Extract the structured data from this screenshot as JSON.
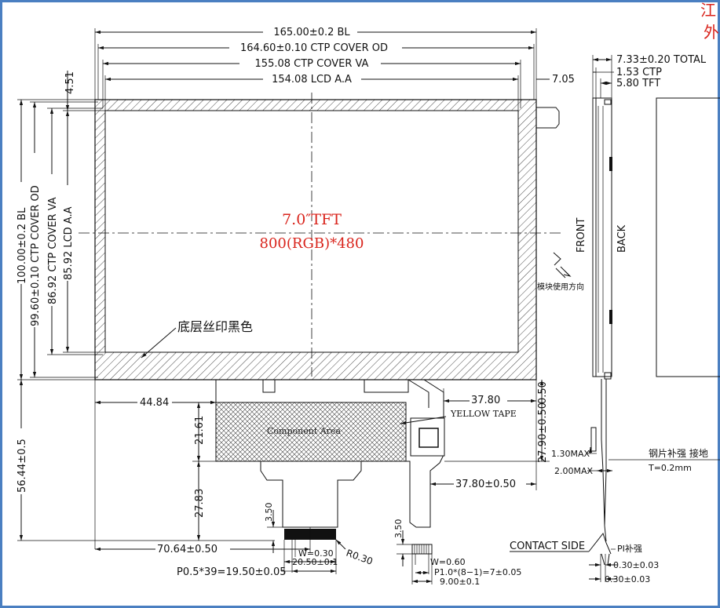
{
  "title": {
    "size": "7.0″TFT",
    "resolution": "800(RGB)*480"
  },
  "corner_text": [
    "江",
    "外"
  ],
  "dims_top": {
    "bl_width": "165.00±0.2 BL",
    "ctp_od": "164.60±0.10 CTP COVER OD",
    "ctp_va": "155.08 CTP COVER VA",
    "lcd_aa": "154.08 LCD A.A",
    "right_offset": "7.05"
  },
  "dims_left": {
    "top_offset": "4.51",
    "bl_height": "100.00±0.2 BL",
    "ctp_od": "99.60±0.10 CTP COVER OD",
    "ctp_va": "86.92 CTP COVER VA",
    "lcd_aa": "85.92 LCD A.A",
    "fpc_total": "56.44±0.5"
  },
  "labels": {
    "silk_black": "底层丝印黑色",
    "component_area": "Component Area",
    "yellow_tape": "YELLOW TAPE",
    "front": "FRONT",
    "back": "BACK",
    "view_direction": "模块使用方向",
    "steel_reinforce": "钢片补强 接地",
    "thickness": "T=0.2mm",
    "contact_side": "CONTACT SIDE",
    "pi_reinforce": "PI补强"
  },
  "dims_fpc": {
    "left_offset": "44.84",
    "comp_height": "21.61",
    "tape_offset": "37.80",
    "tape_tol": "0.50",
    "tape_height": "27.90±0.50",
    "lower_height": "27.83",
    "right_tail": "37.80±0.50",
    "pin_len": "3.50",
    "pin_len2": "3.50",
    "center_dist": "70.64±0.50",
    "radius": "R0.30",
    "pin_width": "W=0.30",
    "conn_width": "20.50±0.1",
    "pitch": "P0.5*39=19.50±0.05",
    "pin_width2": "W=0.60",
    "pitch2": "P1.0*(8−1)=7±0.05",
    "conn_width2": "9.00±0.1"
  },
  "dims_side": {
    "total": "7.33±0.20 TOTAL",
    "ctp": "1.53 CTP",
    "tft": "5.80 TFT",
    "max1": "1.30MAX",
    "max2": "2.00MAX",
    "pi1": "0.30±0.03",
    "pi2": "0.30±0.03"
  }
}
